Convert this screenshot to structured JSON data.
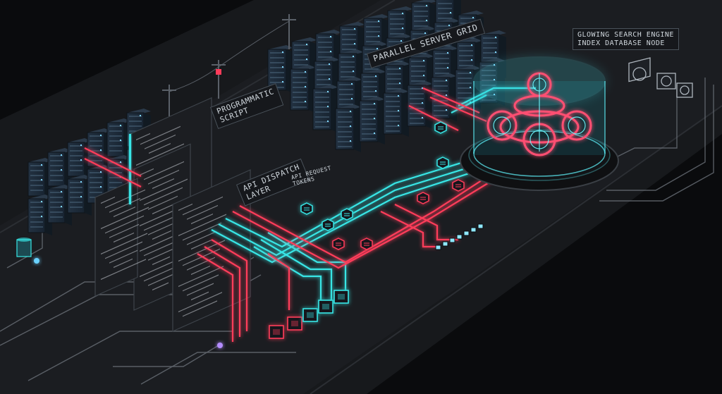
{
  "labels": {
    "index_node": [
      "GLOWING SEARCH ENGINE",
      "INDEX DATABASE NODE"
    ],
    "server_grid": "PARALLEL SERVER GRID",
    "script": [
      "PROGRAMMATIC",
      "SCRIPT"
    ],
    "dispatch": [
      "API DISPATCH",
      "LAYER"
    ],
    "tokens": [
      "API REQUEST",
      "TOKENS"
    ]
  },
  "colors": {
    "background": "#0a0b0d",
    "floor": "#191b1f",
    "server": "#1f2a36",
    "cyan": "#37e6e6",
    "red": "#ff3c5a",
    "panel": "#1c1e22",
    "code": "#c9ced4"
  }
}
